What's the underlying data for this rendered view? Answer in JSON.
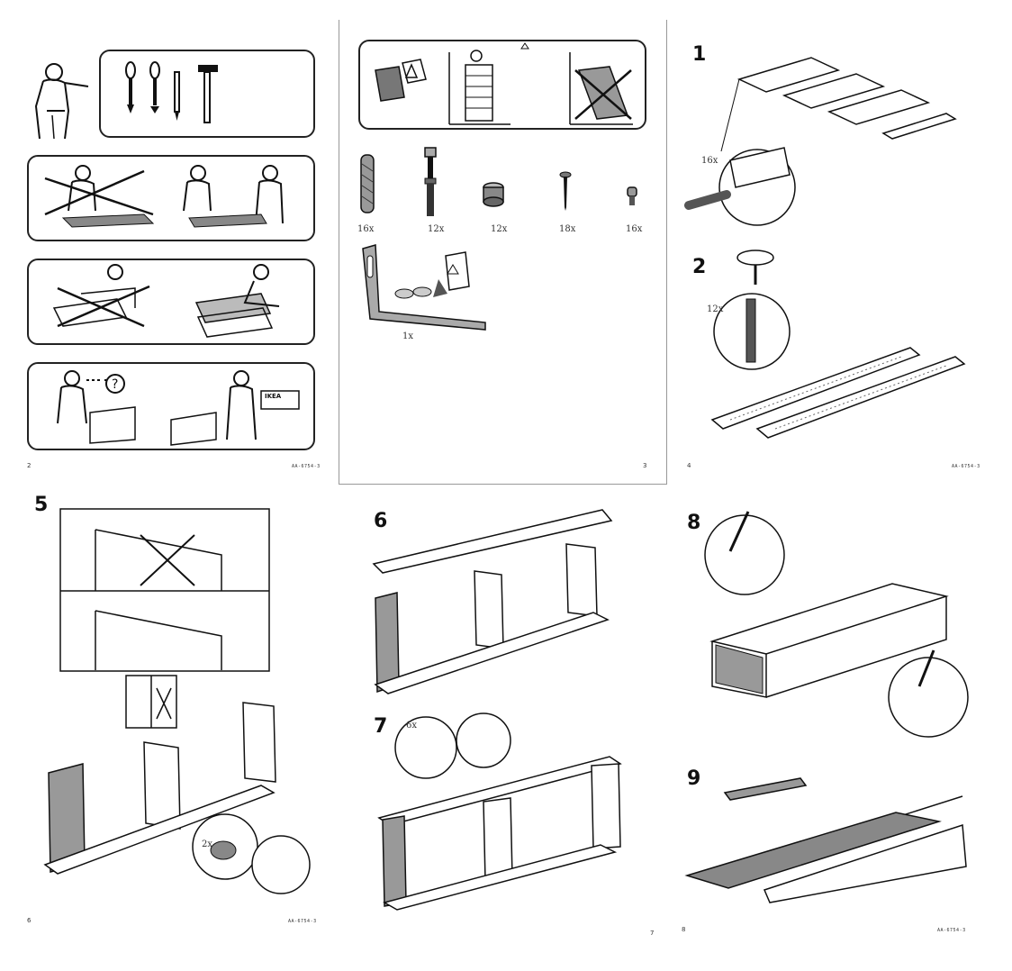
{
  "pages": {
    "page2": {
      "number": "2",
      "code": "AA-6754-3"
    },
    "page3": {
      "number": "3"
    },
    "page4": {
      "number": "4",
      "code": "AA-6754-3"
    },
    "page6": {
      "number": "6",
      "code": "AA-6754-3"
    },
    "page7": {
      "number": "7"
    },
    "page8": {
      "number": "8",
      "code": "AA-6754-3"
    }
  },
  "steps": {
    "s1": "1",
    "s2": "2",
    "s5": "5",
    "s6": "6",
    "s7": "7",
    "s8": "8",
    "s9": "9"
  },
  "hardware": {
    "dowel": "16x",
    "cam_bolt": "12x",
    "cam_lock": "12x",
    "screw": "18x",
    "shelf_pin": "16x",
    "bracket": "1x"
  },
  "callouts": {
    "step1_qty": "16x",
    "step2_qty": "12x",
    "step5_qty": "2x",
    "step7_qty": "6x"
  },
  "ikea_sign": "IKEA"
}
